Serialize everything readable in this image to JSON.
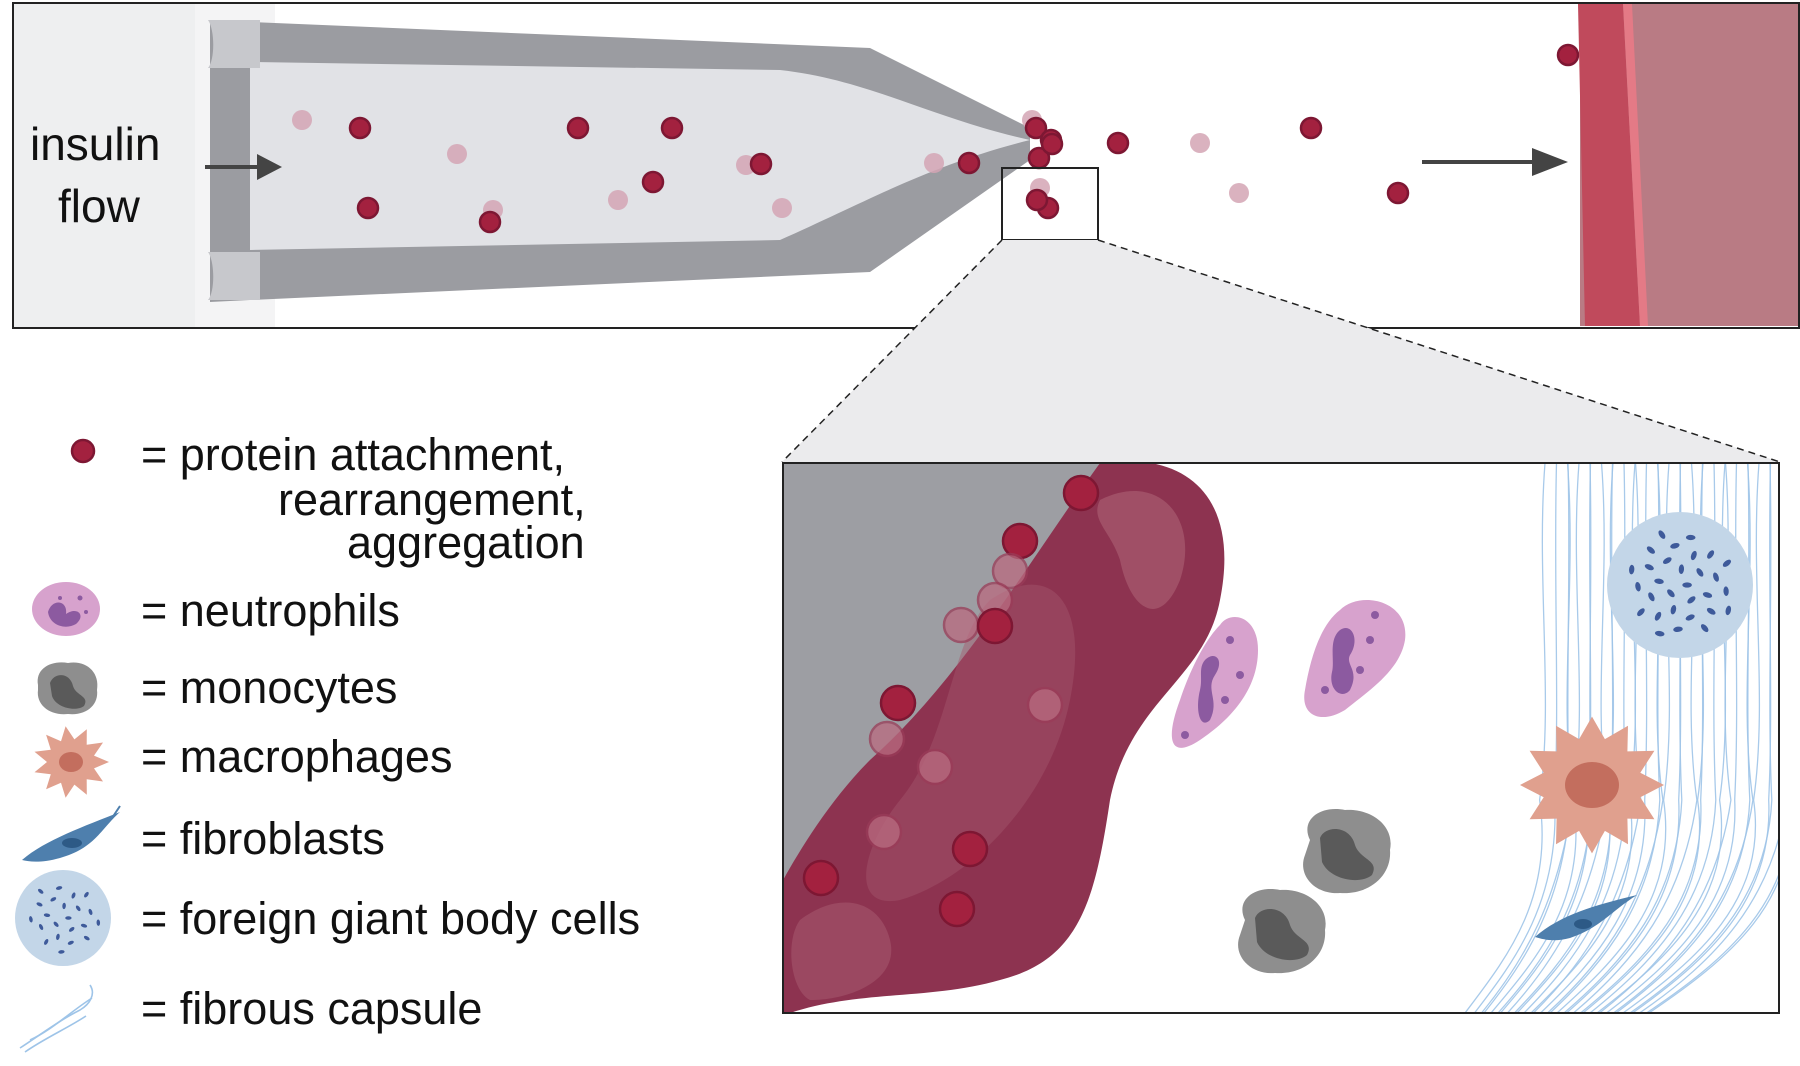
{
  "top_panel": {
    "flow_label_line1": "insulin",
    "flow_label_line2": "flow"
  },
  "legend": {
    "items": [
      {
        "icon": "protein-particle-icon",
        "lines": [
          "= protein attachment,",
          "rearrangement,",
          "aggregation"
        ]
      },
      {
        "icon": "neutrophil-icon",
        "lines": [
          "= neutrophils"
        ]
      },
      {
        "icon": "monocyte-icon",
        "lines": [
          "= monocytes"
        ]
      },
      {
        "icon": "macrophage-icon",
        "lines": [
          "= macrophages"
        ]
      },
      {
        "icon": "fibroblast-icon",
        "lines": [
          "= fibroblasts"
        ]
      },
      {
        "icon": "foreign-giant-body-cell-icon",
        "lines": [
          "= foreign giant body cells"
        ]
      },
      {
        "icon": "fibrous-capsule-icon",
        "lines": [
          "= fibrous capsule"
        ]
      }
    ]
  },
  "colors": {
    "particle": "#a3213f",
    "particle_outline": "#7d1733",
    "particle_faded": "#d4a4b4",
    "cannula": "#9b9ca1",
    "tissue": "#8d3350",
    "vessel": "#c04a5c",
    "neutrophil": "#d7a2cd",
    "neutrophil_nucleus": "#8c5aa0",
    "monocyte": "#8e8e8e",
    "macrophage": "#e0a08e",
    "fibroblast": "#4e7fad",
    "giant_cell": "#c3d6e8",
    "fiber": "#9ec4e8"
  }
}
